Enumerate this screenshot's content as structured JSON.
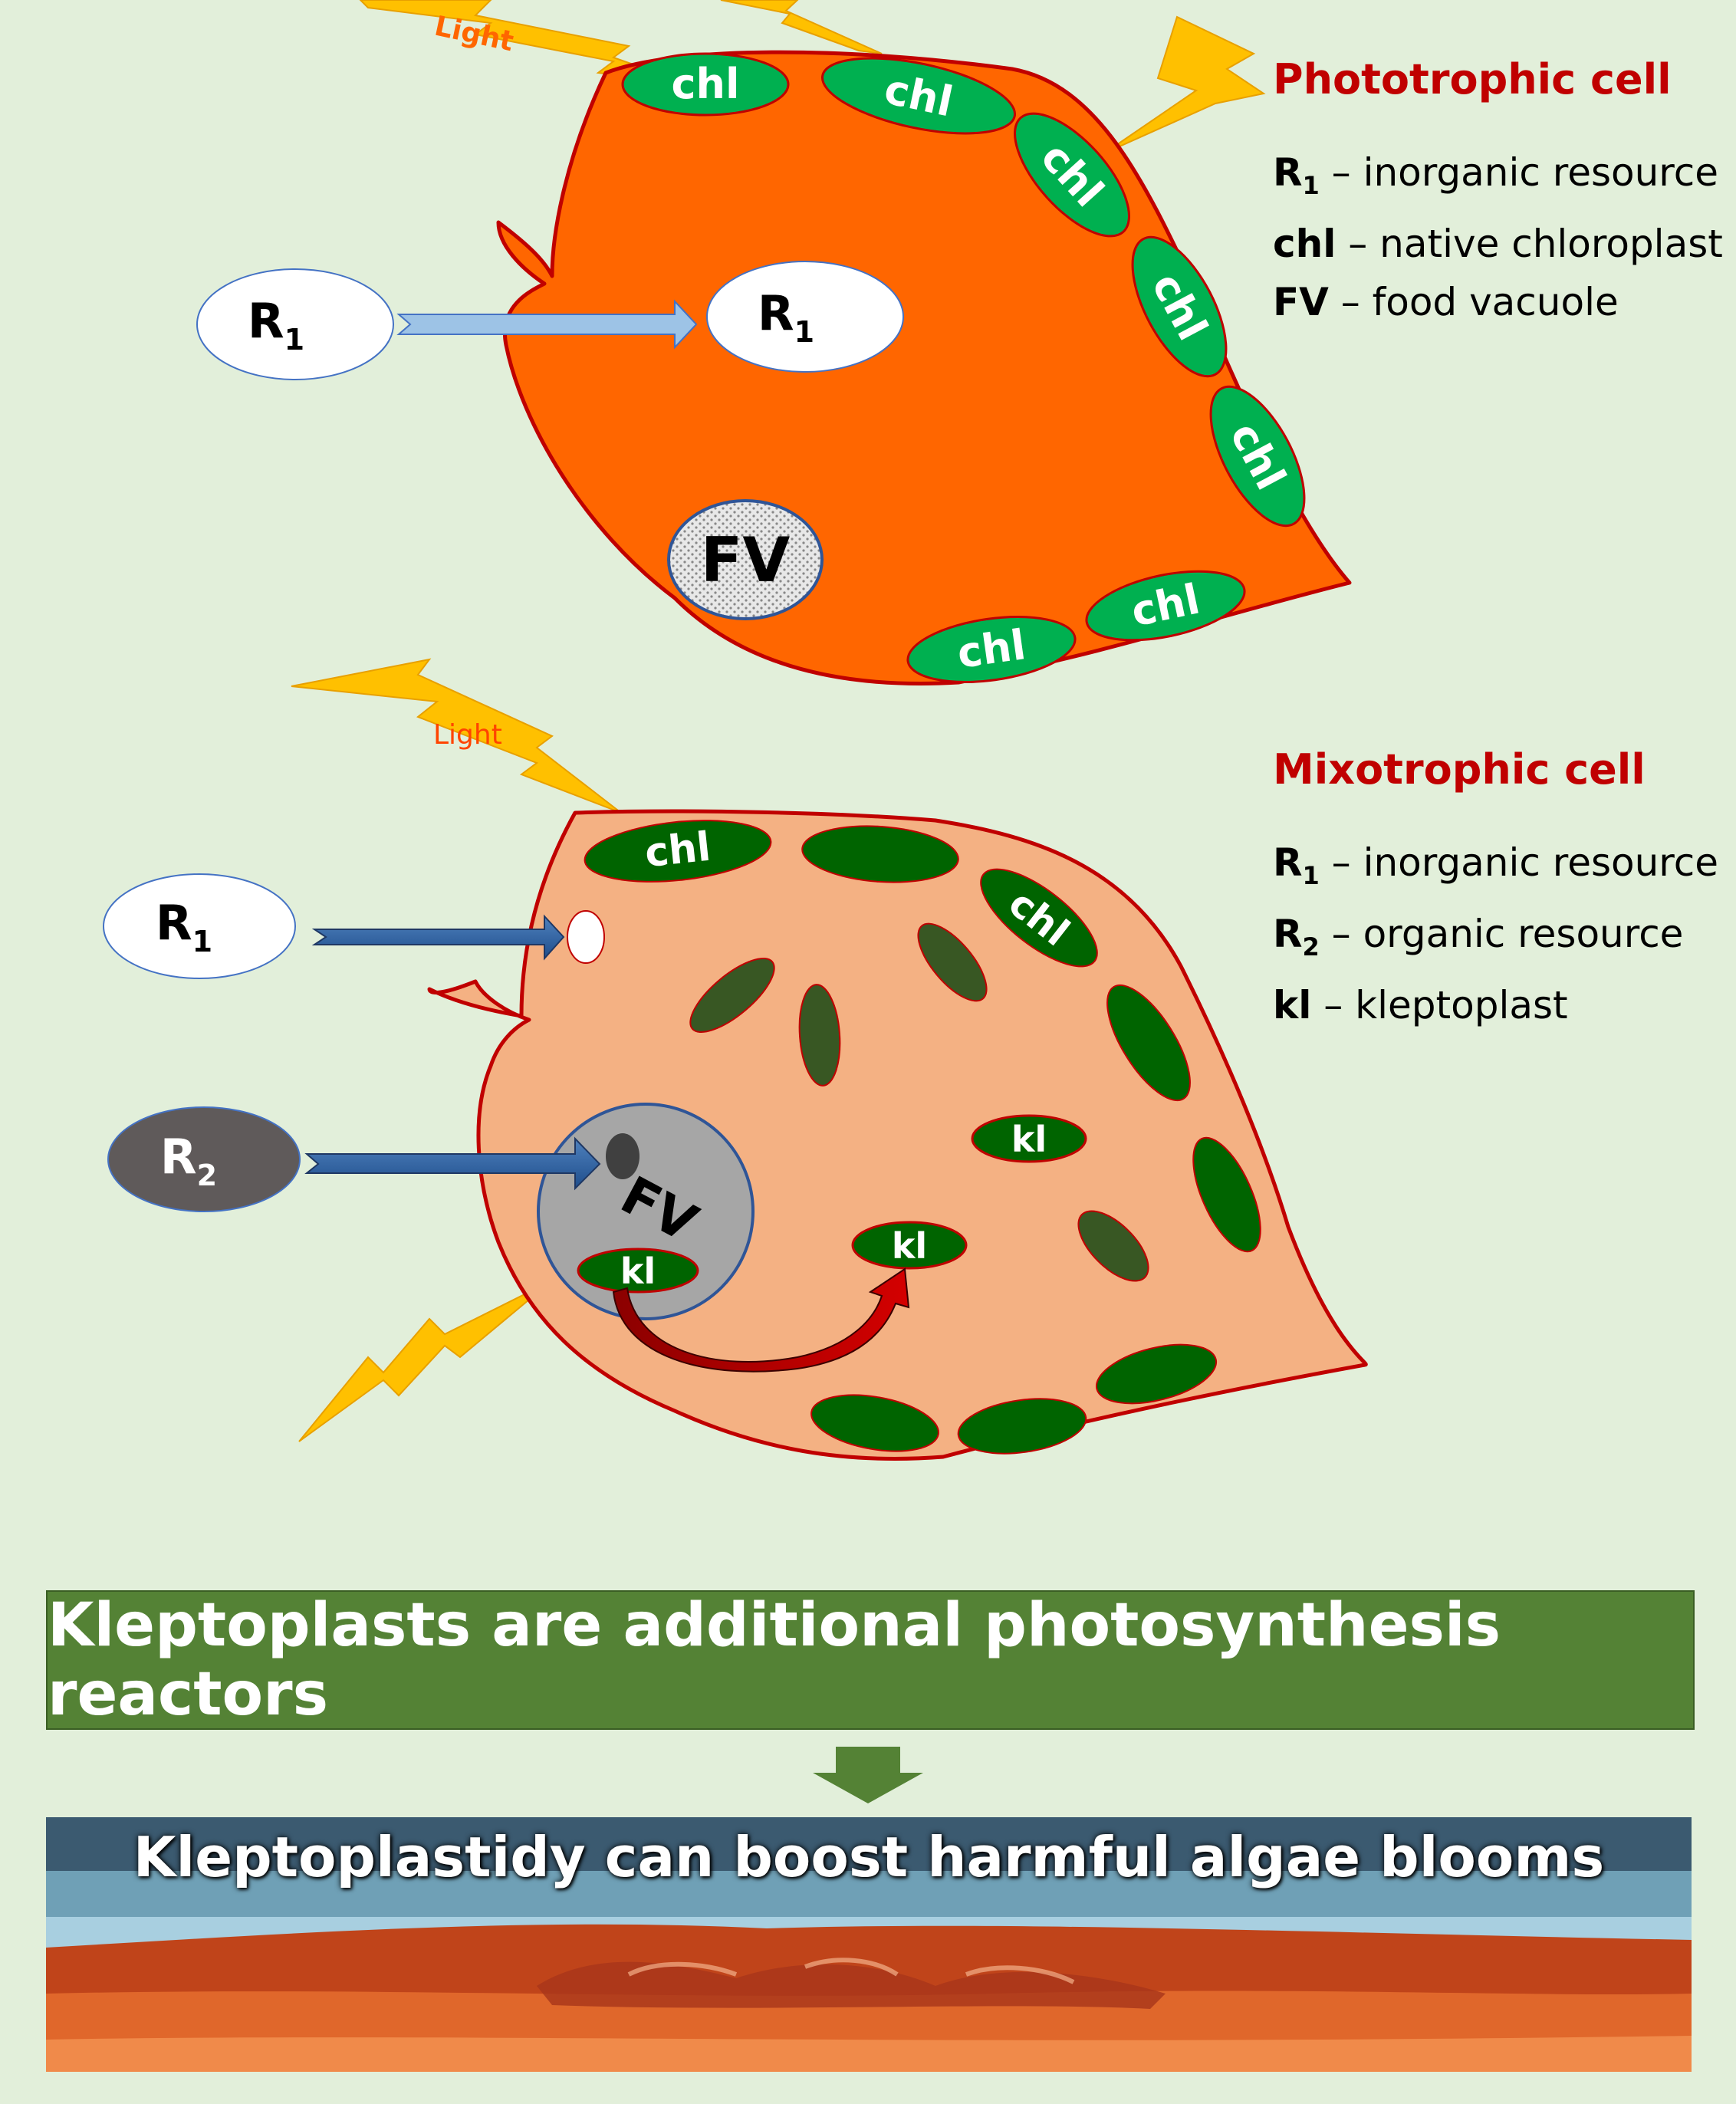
{
  "light_label": "Light",
  "chl_label": "chl",
  "kl_label": "kl",
  "fv_label": "FV",
  "r1_letter": "R",
  "r1_sub": "1",
  "r2_letter": "R",
  "r2_sub": "2",
  "phototrophic": {
    "title": "Phototrophic cell",
    "items": [
      {
        "term": "R",
        "sub": "1",
        "desc": " – inorganic resource"
      },
      {
        "term": "chl",
        "sub": "",
        "desc": " – native chloroplast"
      },
      {
        "term": "FV",
        "sub": "",
        "desc": " – food vacuole"
      }
    ]
  },
  "mixotrophic": {
    "title": "Mixotrophic cell",
    "items": [
      {
        "term": "R",
        "sub": "1",
        "desc": " – inorganic resource"
      },
      {
        "term": "R",
        "sub": "2",
        "desc": " – organic resource"
      },
      {
        "term": "kl",
        "sub": "",
        "desc": " – kleptoplast"
      }
    ]
  },
  "banner_text": "Kleptoplasts are additional photosynthesis reactors",
  "bloom_text": "Kleptoplastidy can boost harmful algae blooms",
  "colors": {
    "background": "#e2efda",
    "phototrophic_cell": "#ff6600",
    "mixotrophic_cell": "#f4b183",
    "cell_border": "#c00000",
    "chloroplast": "#00b050",
    "kleptoplast": "#006400",
    "title_red": "#c00000",
    "banner_green": "#548235",
    "light_yellow": "#ffc000"
  }
}
